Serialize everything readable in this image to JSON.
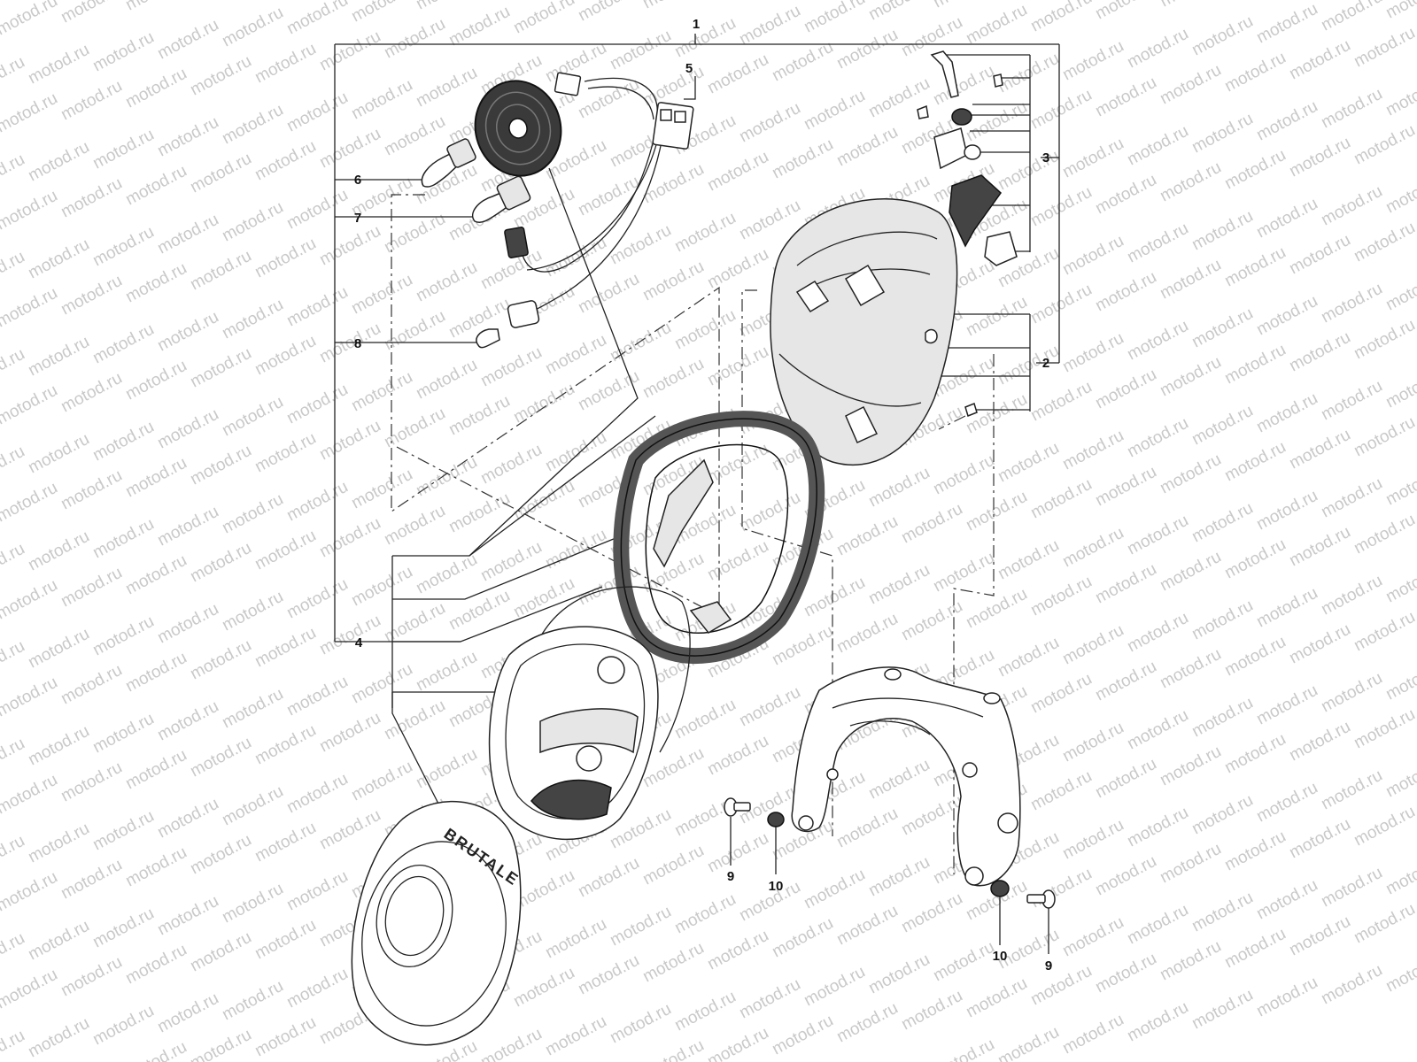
{
  "watermark_text": "motod.ru",
  "logo_text": "BRUTALE",
  "callouts": [
    "1",
    "2",
    "3",
    "4",
    "5",
    "6",
    "7",
    "8",
    "9",
    "10",
    "10",
    "9"
  ]
}
